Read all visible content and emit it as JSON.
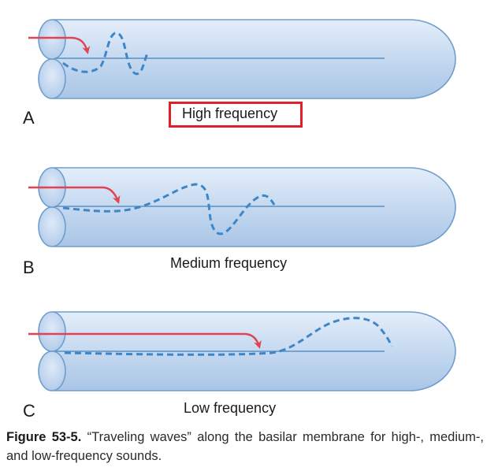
{
  "panels": [
    {
      "letter": "A",
      "label": "High frequency",
      "highlighted": true,
      "wave": "high"
    },
    {
      "letter": "B",
      "label": "Medium frequency",
      "highlighted": false,
      "wave": "medium"
    },
    {
      "letter": "C",
      "label": "Low frequency",
      "highlighted": false,
      "wave": "low"
    }
  ],
  "caption": {
    "figure_number": "Figure 53-5.",
    "text": "“Traveling waves” along the basilar membrane for high-, medium-, and low-frequency sounds."
  },
  "colors": {
    "tube_fill": "#c5d9f0",
    "tube_stroke": "#6f9dcc",
    "wave": "#3f86c8",
    "arrow": "#e24352",
    "highlight_box": "#e0202a"
  }
}
